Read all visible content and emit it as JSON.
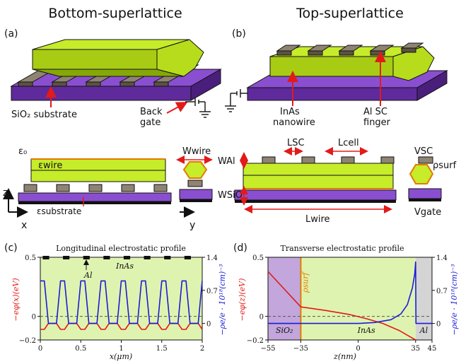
{
  "titles": {
    "bottom": "Bottom-superlattice",
    "top": "Top-superlattice"
  },
  "panels": {
    "a": "(a)",
    "b": "(b)",
    "c": "(c)",
    "d": "(d)"
  },
  "schematic": {
    "sio2_substrate": "SiO₂ substrate",
    "back_gate_1": "Back",
    "back_gate_2": "gate",
    "inas_1": "InAs",
    "inas_2": "nanowire",
    "alsc_1": "Al SC",
    "alsc_2": "finger",
    "eps0": "ε₀",
    "eps_wire": "εwire",
    "eps_substrate": "εsubstrate",
    "w_wire": "Wwire",
    "w_al": "WAl",
    "w_sio": "WSiO",
    "l_sc": "LSC",
    "l_cell": "Lcell",
    "l_wire": "Lwire",
    "v_sc": "VSC",
    "rho_surf": "ρsurf",
    "v_gate": "Vgate",
    "axis_z": "z",
    "axis_x": "x",
    "axis_y": "y"
  },
  "colors": {
    "wire_top": "#c6ec2a",
    "wire_side": "#a8cc14",
    "wire_dark": "#86a806",
    "substrate_top": "#8a4fd0",
    "substrate_side": "#5f2a9c",
    "sc_top": "#8f8372",
    "sc_side": "#5b5244",
    "plot_bg": "#dff3b0",
    "sio_bg": "#c2a6dc",
    "al_bg": "#d4d4d4",
    "red": "#e31a1a",
    "blue": "#1b1bd8"
  },
  "chart_data": [
    {
      "type": "line",
      "title": "Longitudinal electrostatic profile",
      "xlabel": "x(μm)",
      "ylabel": "−eφ(x)(eV)",
      "y2label": "−ρe/e · 10¹⁸(cm)⁻³",
      "xlim": [
        0,
        2
      ],
      "ylim": [
        -0.2,
        0.5
      ],
      "y2lim": [
        -0.35,
        1.4
      ],
      "xticks": [
        "0",
        "0.5",
        "1",
        "1.5",
        "2"
      ],
      "yticks": [
        "−0.2",
        "0",
        "0.5"
      ],
      "y2ticks": [
        "0",
        "0.7",
        "1.4"
      ],
      "annotations": [
        "Al",
        "InAs"
      ],
      "period": 0.5,
      "al_fingers_x": [
        [
          0.03,
          0.11
        ],
        [
          0.28,
          0.36
        ],
        [
          0.53,
          0.61
        ],
        [
          0.78,
          0.86
        ],
        [
          1.03,
          1.11
        ],
        [
          1.28,
          1.36
        ],
        [
          1.53,
          1.61
        ],
        [
          1.78,
          1.86
        ]
      ],
      "series": [
        {
          "name": "−eφ",
          "axis": "left",
          "x": [
            0,
            0.05,
            0.1,
            0.2,
            0.25,
            0.3,
            0.35,
            0.45,
            0.5,
            0.55,
            0.6,
            0.7,
            0.75,
            0.8,
            0.85,
            0.95,
            1.0,
            1.05,
            1.1,
            1.2,
            1.25,
            1.3,
            1.35,
            1.45,
            1.5,
            1.55,
            1.6,
            1.7,
            1.75,
            1.8,
            1.85,
            1.95,
            2.0
          ],
          "y": [
            -0.11,
            -0.11,
            -0.06,
            -0.06,
            -0.11,
            -0.11,
            -0.06,
            -0.06,
            -0.11,
            -0.11,
            -0.06,
            -0.06,
            -0.11,
            -0.11,
            -0.06,
            -0.06,
            -0.11,
            -0.11,
            -0.06,
            -0.06,
            -0.11,
            -0.11,
            -0.06,
            -0.06,
            -0.11,
            -0.11,
            -0.06,
            -0.06,
            -0.11,
            -0.11,
            -0.06,
            -0.06,
            -0.11
          ]
        },
        {
          "name": "−ρe/e",
          "axis": "right",
          "x": [
            0,
            0.05,
            0.1,
            0.2,
            0.25,
            0.3,
            0.35,
            0.45,
            0.5,
            0.55,
            0.6,
            0.7,
            0.75,
            0.8,
            0.85,
            0.95,
            1.0,
            1.05,
            1.1,
            1.2,
            1.25,
            1.3,
            1.35,
            1.45,
            1.5,
            1.55,
            1.6,
            1.7,
            1.75,
            1.8,
            1.85,
            1.95,
            2.0
          ],
          "y": [
            0.9,
            0.9,
            0.0,
            0.0,
            0.9,
            0.9,
            0.0,
            0.0,
            0.9,
            0.9,
            0.0,
            0.0,
            0.9,
            0.9,
            0.0,
            0.0,
            0.9,
            0.9,
            0.0,
            0.0,
            0.9,
            0.9,
            0.0,
            0.0,
            0.9,
            0.9,
            0.0,
            0.0,
            0.9,
            0.9,
            0.0,
            0.0,
            0.9
          ]
        }
      ]
    },
    {
      "type": "line",
      "title": "Transverse electrostatic profile",
      "xlabel": "z(nm)",
      "ylabel": "−eφ(z)(eV)",
      "y2label": "−ρe/e · 10¹⁸(cm)⁻³",
      "xlim": [
        -55,
        45
      ],
      "ylim": [
        -0.2,
        0.5
      ],
      "y2lim": [
        -0.35,
        1.4
      ],
      "xticks": [
        "−55",
        "−35",
        "0",
        "35",
        "45"
      ],
      "yticks": [
        "−0.2",
        "0",
        "0.5"
      ],
      "y2ticks": [
        "0",
        "0.7",
        "1.4"
      ],
      "annotations": [
        "ρsurf",
        "SiO₂",
        "InAs",
        "Al"
      ],
      "regions": [
        {
          "name": "SiO₂",
          "x": [
            -55,
            -35
          ]
        },
        {
          "name": "InAs",
          "x": [
            -35,
            35
          ]
        },
        {
          "name": "Al",
          "x": [
            35,
            45
          ]
        }
      ],
      "series": [
        {
          "name": "−eφ",
          "axis": "left",
          "x": [
            -55,
            -35,
            -35,
            -20,
            -5,
            5,
            15,
            25,
            30,
            35
          ],
          "y": [
            0.38,
            0.08,
            0.08,
            0.05,
            0.015,
            -0.02,
            -0.06,
            -0.12,
            -0.16,
            -0.2
          ]
        },
        {
          "name": "−ρe/e",
          "axis": "right",
          "x": [
            -55,
            -35,
            0,
            10,
            20,
            26,
            30,
            33,
            34.5,
            35,
            35.2,
            45
          ],
          "y": [
            0,
            0,
            0,
            0.02,
            0.08,
            0.2,
            0.4,
            0.75,
            1.05,
            1.3,
            0,
            0
          ]
        }
      ]
    }
  ]
}
